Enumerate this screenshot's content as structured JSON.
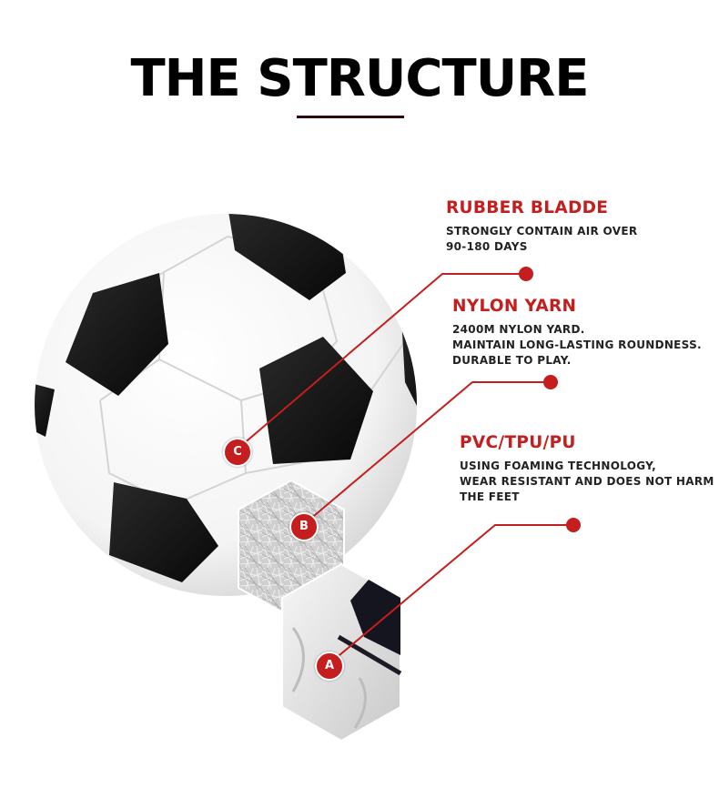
{
  "title": "THE STRUCTURE",
  "colors": {
    "accent": "#c41e1e",
    "underline": "#2b0b0b",
    "text": "#222222"
  },
  "features": [
    {
      "key": "rubber",
      "heading": "RUBBER BLADDE",
      "lines": [
        "STRONGLY CONTAIN AIR OVER",
        "90-180 DAYS"
      ]
    },
    {
      "key": "nylon",
      "heading": "NYLON YARN",
      "lines": [
        "2400M NYLON YARD.",
        "MAINTAIN LONG-LASTING ROUNDNESS.",
        "DURABLE TO PLAY."
      ]
    },
    {
      "key": "pvc",
      "heading": "PVC/TPU/PU",
      "lines": [
        "USING FOAMING TECHNOLOGY,",
        "WEAR RESISTANT AND DOES NOT HARM",
        "THE FEET"
      ]
    }
  ],
  "badges": {
    "c": "C",
    "b": "B",
    "a": "A"
  },
  "illustration": {
    "subject": "soccer-ball",
    "layers": [
      "nylon-fiber-swatch",
      "leather-panel-swatch"
    ]
  }
}
